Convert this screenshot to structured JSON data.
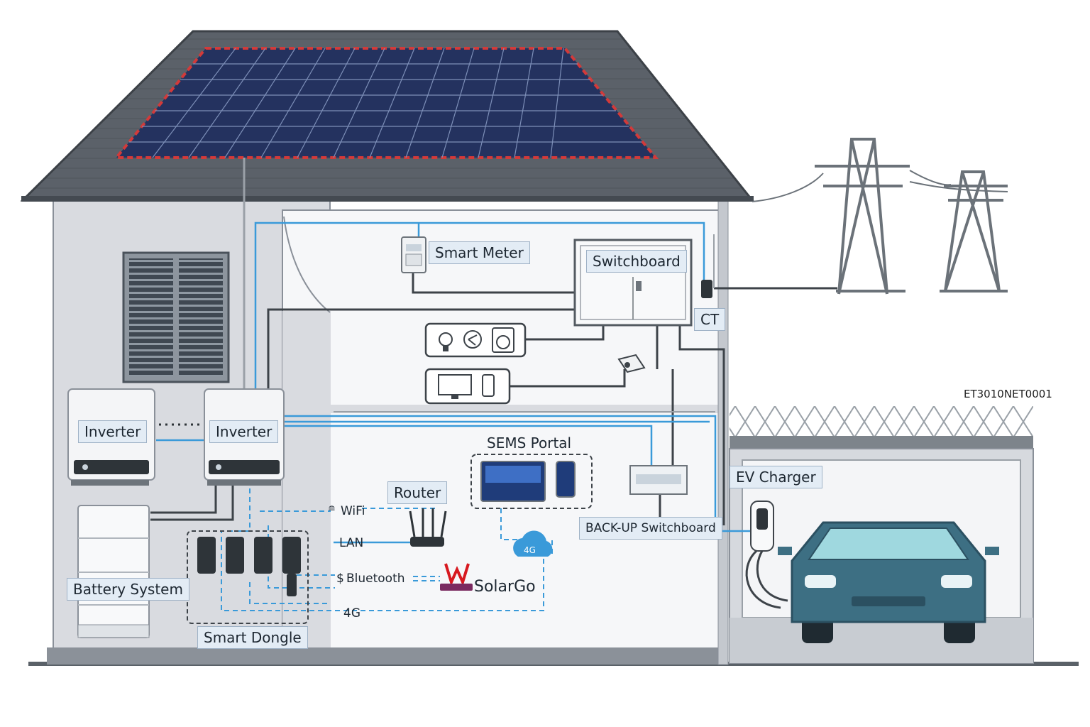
{
  "diagram": {
    "labels": {
      "smart_meter": "Smart Meter",
      "switchboard": "Switchboard",
      "ct": "CT",
      "inverter_1": "Inverter",
      "inverter_2": "Inverter",
      "sems_portal": "SEMS Portal",
      "router": "Router",
      "battery_system": "Battery System",
      "smart_dongle": "Smart Dongle",
      "backup_switchboard": "BACK-UP Switchboard",
      "ev_charger": "EV Charger",
      "solargo": "SolarGo",
      "cloud_4g": "4G"
    },
    "connections": {
      "wifi": "WiFi",
      "lan": "LAN",
      "bluetooth": "Bluetooth",
      "cellular": "4G"
    },
    "drawing_code": "ET3010NET0001",
    "colors": {
      "power_line": "#3d4349",
      "comm_line": "#3a9ad9",
      "roof": "#5a6068",
      "panel": "#24325f",
      "car": "#3d6f83",
      "label_bg": "#e3ecf5",
      "solargo_brand": "#d71920"
    }
  }
}
